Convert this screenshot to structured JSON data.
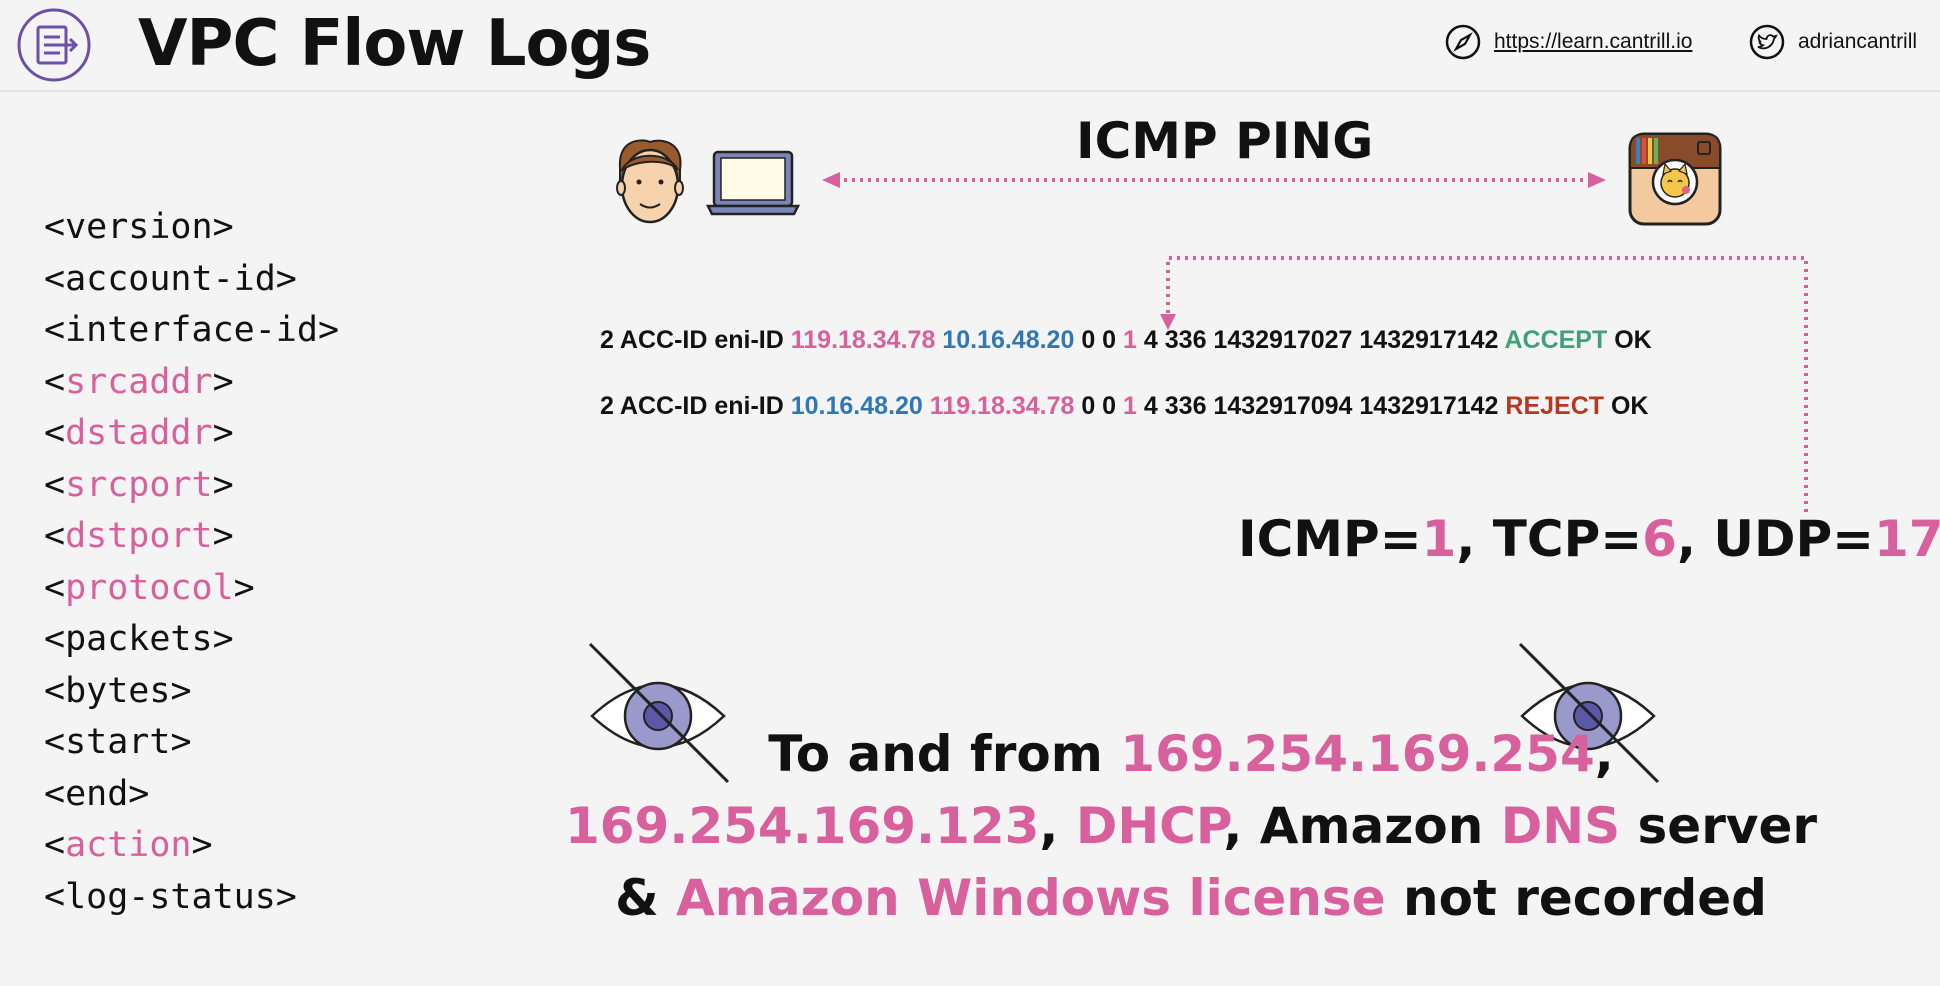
{
  "header": {
    "title": "VPC Flow Logs",
    "logo_icon": "flow-logs-icon",
    "url": "https://learn.cantrill.io",
    "twitter": "adriancantrill"
  },
  "fields": [
    {
      "open": "<",
      "name": "version",
      "close": ">",
      "highlight": false
    },
    {
      "open": "<",
      "name": "account-id",
      "close": ">",
      "highlight": false
    },
    {
      "open": "<",
      "name": "interface-id",
      "close": ">",
      "highlight": false
    },
    {
      "open": "<",
      "name": "srcaddr",
      "close": ">",
      "highlight": true
    },
    {
      "open": "<",
      "name": "dstaddr",
      "close": ">",
      "highlight": true
    },
    {
      "open": "<",
      "name": "srcport",
      "close": ">",
      "highlight": true
    },
    {
      "open": "<",
      "name": "dstport",
      "close": ">",
      "highlight": true
    },
    {
      "open": "<",
      "name": "protocol",
      "close": ">",
      "highlight": true
    },
    {
      "open": "<",
      "name": "packets",
      "close": ">",
      "highlight": false
    },
    {
      "open": "<",
      "name": "bytes",
      "close": ">",
      "highlight": false
    },
    {
      "open": "<",
      "name": "start",
      "close": ">",
      "highlight": false
    },
    {
      "open": "<",
      "name": "end",
      "close": ">",
      "highlight": false
    },
    {
      "open": "<",
      "name": "action",
      "close": ">",
      "highlight": true
    },
    {
      "open": "<",
      "name": "log-status",
      "close": ">",
      "highlight": false
    }
  ],
  "diagram": {
    "ping_label": "ICMP PING",
    "left_icons": [
      "user-face-icon",
      "laptop-icon"
    ],
    "right_icon": "instagram-cat-icon"
  },
  "log_lines": [
    {
      "prefix": "2 ACC-ID eni-ID ",
      "src": "119.18.34.78",
      "src_color": "pink",
      "dst": "10.16.48.20",
      "dst_color": "blue",
      "ports": "0 0",
      "protocol": "1",
      "rest": "4 336 1432917027 1432917142",
      "action": "ACCEPT",
      "action_color": "green",
      "status": "OK"
    },
    {
      "prefix": "2 ACC-ID eni-ID ",
      "src": "10.16.48.20",
      "src_color": "blue",
      "dst": "119.18.34.78",
      "dst_color": "pink",
      "ports": "0 0",
      "protocol": "1",
      "rest": "4 336 1432917094 1432917142",
      "action": "REJECT",
      "action_color": "red",
      "status": "OK"
    }
  ],
  "protocols": {
    "icmp_label": "ICMP=",
    "icmp": "1",
    "tcp_label": "TCP=",
    "tcp": "6",
    "udp_label": "UDP=",
    "udp": "17",
    "sep": ", "
  },
  "note": {
    "l1a": "To and from ",
    "l1b": "169.254.169.254",
    "l1c": ",",
    "l2a": "169.254.169.123",
    "l2b": ", ",
    "l2c": "DHCP",
    "l2d": ", Amazon ",
    "l2e": "DNS",
    "l2f": " server",
    "l3a": "& ",
    "l3b": "Amazon Windows license",
    "l3c": " not recorded",
    "icon": "not-visible-eye-icon"
  },
  "colors": {
    "pink": "#d8609c",
    "blue": "#2f78b4",
    "green": "#3fa07a",
    "red": "#b8381e",
    "purple": "#6b4fa8"
  }
}
